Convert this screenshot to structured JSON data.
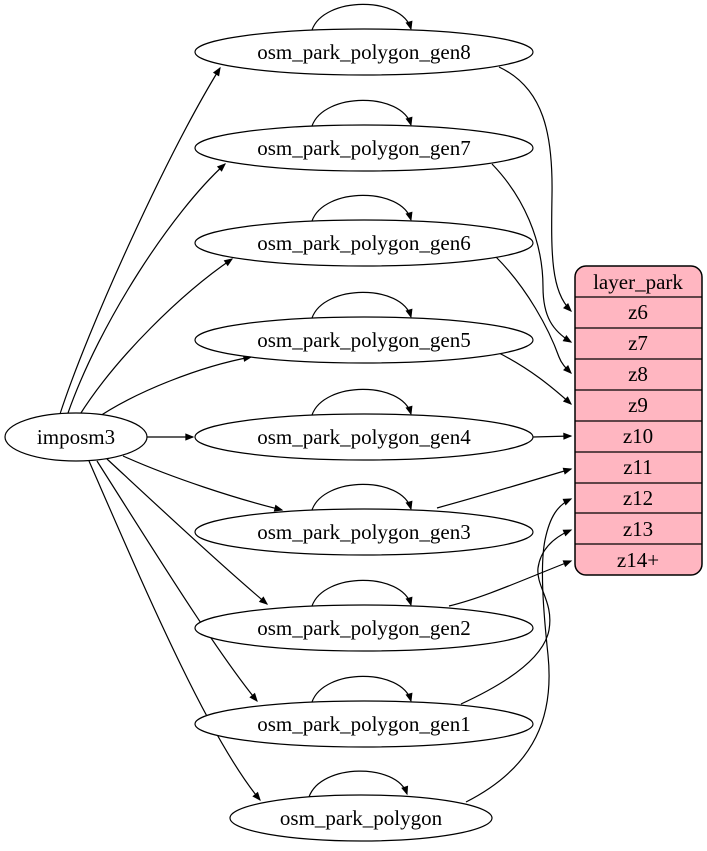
{
  "diagram": {
    "type": "etl-graph",
    "background": "#ffffff",
    "colors": {
      "edge_stroke": "#000000",
      "node_fill": "#ffffff",
      "node_stroke": "#000000",
      "text": "#000000",
      "layer_fill": "#ffb6c1"
    },
    "source_node": {
      "label": "imposm3"
    },
    "tables": [
      {
        "label": "osm_park_polygon_gen8"
      },
      {
        "label": "osm_park_polygon_gen7"
      },
      {
        "label": "osm_park_polygon_gen6"
      },
      {
        "label": "osm_park_polygon_gen5"
      },
      {
        "label": "osm_park_polygon_gen4"
      },
      {
        "label": "osm_park_polygon_gen3"
      },
      {
        "label": "osm_park_polygon_gen2"
      },
      {
        "label": "osm_park_polygon_gen1"
      },
      {
        "label": "osm_park_polygon"
      }
    ],
    "layer_table": {
      "title": "layer_park",
      "rows": [
        "z6",
        "z7",
        "z8",
        "z9",
        "z10",
        "z11",
        "z12",
        "z13",
        "z14+"
      ]
    },
    "edges": {
      "from_source": [
        {
          "from": "imposm3",
          "to": "osm_park_polygon_gen8"
        },
        {
          "from": "imposm3",
          "to": "osm_park_polygon_gen7"
        },
        {
          "from": "imposm3",
          "to": "osm_park_polygon_gen6"
        },
        {
          "from": "imposm3",
          "to": "osm_park_polygon_gen5"
        },
        {
          "from": "imposm3",
          "to": "osm_park_polygon_gen4"
        },
        {
          "from": "imposm3",
          "to": "osm_park_polygon_gen3"
        },
        {
          "from": "imposm3",
          "to": "osm_park_polygon_gen2"
        },
        {
          "from": "imposm3",
          "to": "osm_park_polygon_gen1"
        },
        {
          "from": "imposm3",
          "to": "osm_park_polygon"
        }
      ],
      "self_loops": [
        "osm_park_polygon_gen8",
        "osm_park_polygon_gen7",
        "osm_park_polygon_gen6",
        "osm_park_polygon_gen5",
        "osm_park_polygon_gen4",
        "osm_park_polygon_gen3",
        "osm_park_polygon_gen2",
        "osm_park_polygon_gen1",
        "osm_park_polygon"
      ],
      "to_layer_rows": [
        {
          "from": "osm_park_polygon_gen8",
          "to": "z6"
        },
        {
          "from": "osm_park_polygon_gen7",
          "to": "z7"
        },
        {
          "from": "osm_park_polygon_gen6",
          "to": "z8"
        },
        {
          "from": "osm_park_polygon_gen5",
          "to": "z9"
        },
        {
          "from": "osm_park_polygon_gen4",
          "to": "z10"
        },
        {
          "from": "osm_park_polygon_gen3",
          "to": "z11"
        },
        {
          "from": "osm_park_polygon",
          "to": "z12"
        },
        {
          "from": "osm_park_polygon_gen1",
          "to": "z13"
        },
        {
          "from": "osm_park_polygon_gen2",
          "to": "z14+"
        }
      ]
    }
  }
}
